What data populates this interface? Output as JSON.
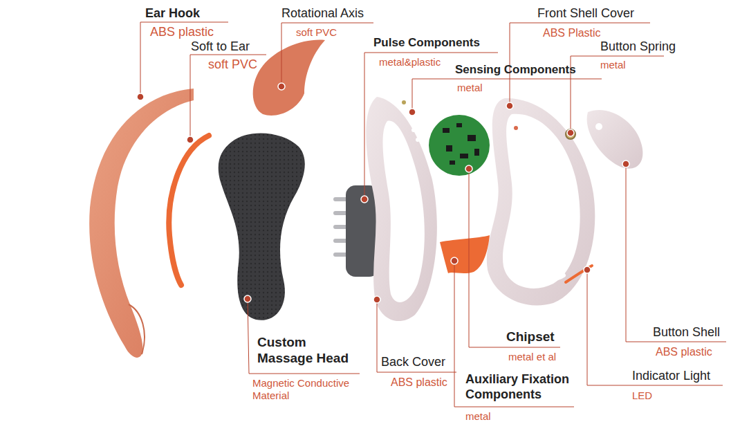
{
  "diagram": {
    "labels": [
      "Ear Hook",
      "ABS plastic",
      "Soft to Ear",
      "soft PVC",
      "Rotational Axis",
      "soft PVC",
      "Pulse Components",
      "metal&plastic",
      "Sensing Components",
      "metal",
      "Front Shell Cover",
      "ABS Plastic",
      "Button Spring",
      "metal",
      "Custom Massage Head",
      "Magnetic Conductive Material",
      "Back Cover",
      "ABS plastic",
      "Auxiliary Fixation Components",
      "metal",
      "Chipset",
      "metal et al",
      "Button Shell",
      "ABS plastic",
      "Indicator Light",
      "LED"
    ]
  }
}
